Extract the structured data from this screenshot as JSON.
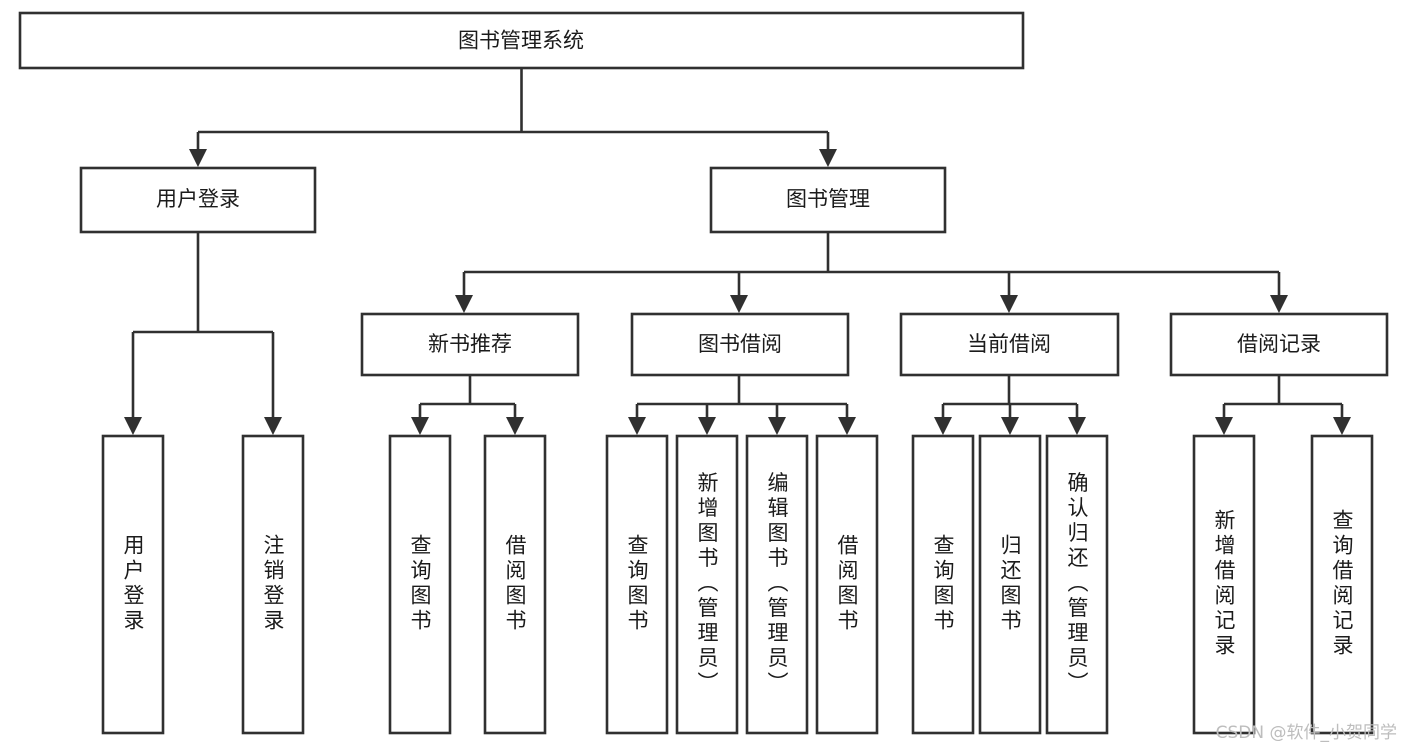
{
  "diagram": {
    "type": "tree-flowchart",
    "title": "图书管理系统",
    "orientation": "top-down",
    "colors": {
      "box_fill": "#ffffff",
      "box_stroke": "#303030",
      "link": "#303030",
      "text": "#1b1b1b",
      "watermark": "#bdbdbd"
    },
    "nodes": {
      "root": {
        "label": "图书管理系统"
      },
      "level2": [
        {
          "id": "user-login",
          "label": "用户登录"
        },
        {
          "id": "book-manage",
          "label": "图书管理"
        }
      ],
      "level3": [
        {
          "id": "new-book-recommend",
          "label": "新书推荐"
        },
        {
          "id": "book-borrow",
          "label": "图书借阅"
        },
        {
          "id": "current-borrow",
          "label": "当前借阅"
        },
        {
          "id": "borrow-record",
          "label": "借阅记录"
        }
      ],
      "leaves": {
        "user-login": [
          {
            "id": "leaf-user-login",
            "label": "用户登录"
          },
          {
            "id": "leaf-logout-login",
            "label": "注销登录"
          }
        ],
        "new-book-recommend": [
          {
            "id": "leaf-query-book-1",
            "label": "查询图书"
          },
          {
            "id": "leaf-borrow-book-1",
            "label": "借阅图书"
          }
        ],
        "book-borrow": [
          {
            "id": "leaf-query-book-2",
            "label": "查询图书"
          },
          {
            "id": "leaf-add-book",
            "label": "新增图书（管理员）"
          },
          {
            "id": "leaf-edit-book",
            "label": "编辑图书（管理员）"
          },
          {
            "id": "leaf-borrow-book-2",
            "label": "借阅图书"
          }
        ],
        "current-borrow": [
          {
            "id": "leaf-query-book-3",
            "label": "查询图书"
          },
          {
            "id": "leaf-return-book",
            "label": "归还图书"
          },
          {
            "id": "leaf-confirm-return",
            "label": "确认归还（管理员）"
          }
        ],
        "borrow-record": [
          {
            "id": "leaf-add-record",
            "label": "新增借阅记录"
          },
          {
            "id": "leaf-query-record",
            "label": "查询借阅记录"
          }
        ]
      }
    },
    "watermark": "CSDN @软件_小贺同学"
  }
}
